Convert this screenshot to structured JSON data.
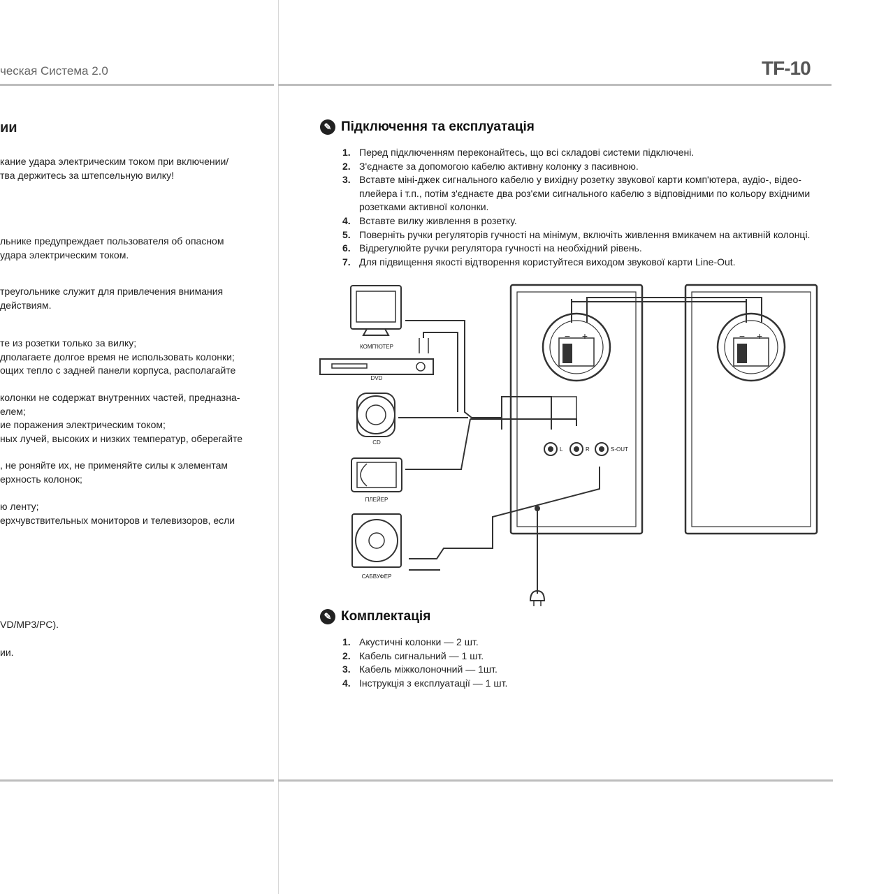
{
  "left_page": {
    "header": "ческая Система 2.0",
    "heading": "ии",
    "paragraphs": [
      [
        "кание удара электрическим током при включении/",
        "тва держитесь за штепсельную вилку!"
      ],
      [
        "льнике предупреждает пользователя об опасном",
        "удара электрическим током."
      ],
      [
        "треугольнике служит для привлечения внимания",
        "действиям."
      ],
      [
        "те из розетки только за вилку;",
        "дполагаете долгое время не использовать колонки;",
        "ощих тепло с задней панели корпуса, располагайте"
      ],
      [
        "колонки не содержат внутренних частей, предназна-",
        "елем;",
        "ие поражения электрическим током;",
        "ных лучей, высоких и низких температур, оберегайте"
      ],
      [
        ", не роняйте их, не применяйте силы к элементам",
        "ерхность колонок;"
      ],
      [
        "ю ленту;",
        "ерхчувствительных мониторов и телевизоров, если"
      ],
      [
        "VD/MP3/PC)."
      ],
      [
        "ии."
      ]
    ]
  },
  "right_page": {
    "model": "TF-10",
    "connection": {
      "title": "Підключення та експлуатація",
      "items": [
        {
          "n": "1.",
          "text": "Перед підключенням переконайтесь, що всі складові системи підключені."
        },
        {
          "n": "2.",
          "text": "З'єднаєте за допомогою кабелю активну колонку з пасивною."
        },
        {
          "n": "3.",
          "text": "Вставте міні-джек сигнального кабелю у вихідну розетку звукової карти комп'ютера, аудіо-, відео-плейера і т.п., потім з'єднаєте два роз'єми сигнального кабелю з відповідними по кольору вхідними розетками активної колонки."
        },
        {
          "n": "4.",
          "text": "Вставте вилку живлення в розетку."
        },
        {
          "n": "5.",
          "text": "Поверніть ручки регуляторів гучності на мінімум, включіть живлення вмикачем на активній колонці."
        },
        {
          "n": "6.",
          "text": "Відрегулюйте ручки регулятора гучності на необхідний рівень."
        },
        {
          "n": "7.",
          "text": "Для підвищення якості відтворення користуйтеся виходом звукової карти Line-Out."
        }
      ]
    },
    "diagram": {
      "devices": {
        "computer": "КОМП'ЮТЕР",
        "dvd": "DVD",
        "cd": "CD",
        "player": "ПЛЕЙЕР",
        "subwoofer": "САБВУФЕР"
      },
      "jacks": {
        "l": "L",
        "r": "R",
        "sout": "S-OUT"
      },
      "terminals": {
        "minus": "−",
        "plus": "+"
      }
    },
    "package": {
      "title": "Комплектація",
      "items": [
        {
          "n": "1.",
          "text": "Акустичні колонки — 2 шт."
        },
        {
          "n": "2.",
          "text": "Кабель сигнальний — 1 шт."
        },
        {
          "n": "3.",
          "text": "Кабель міжколоночний — 1шт."
        },
        {
          "n": "4.",
          "text": "Інструкція з експлуатації — 1 шт."
        }
      ]
    }
  }
}
